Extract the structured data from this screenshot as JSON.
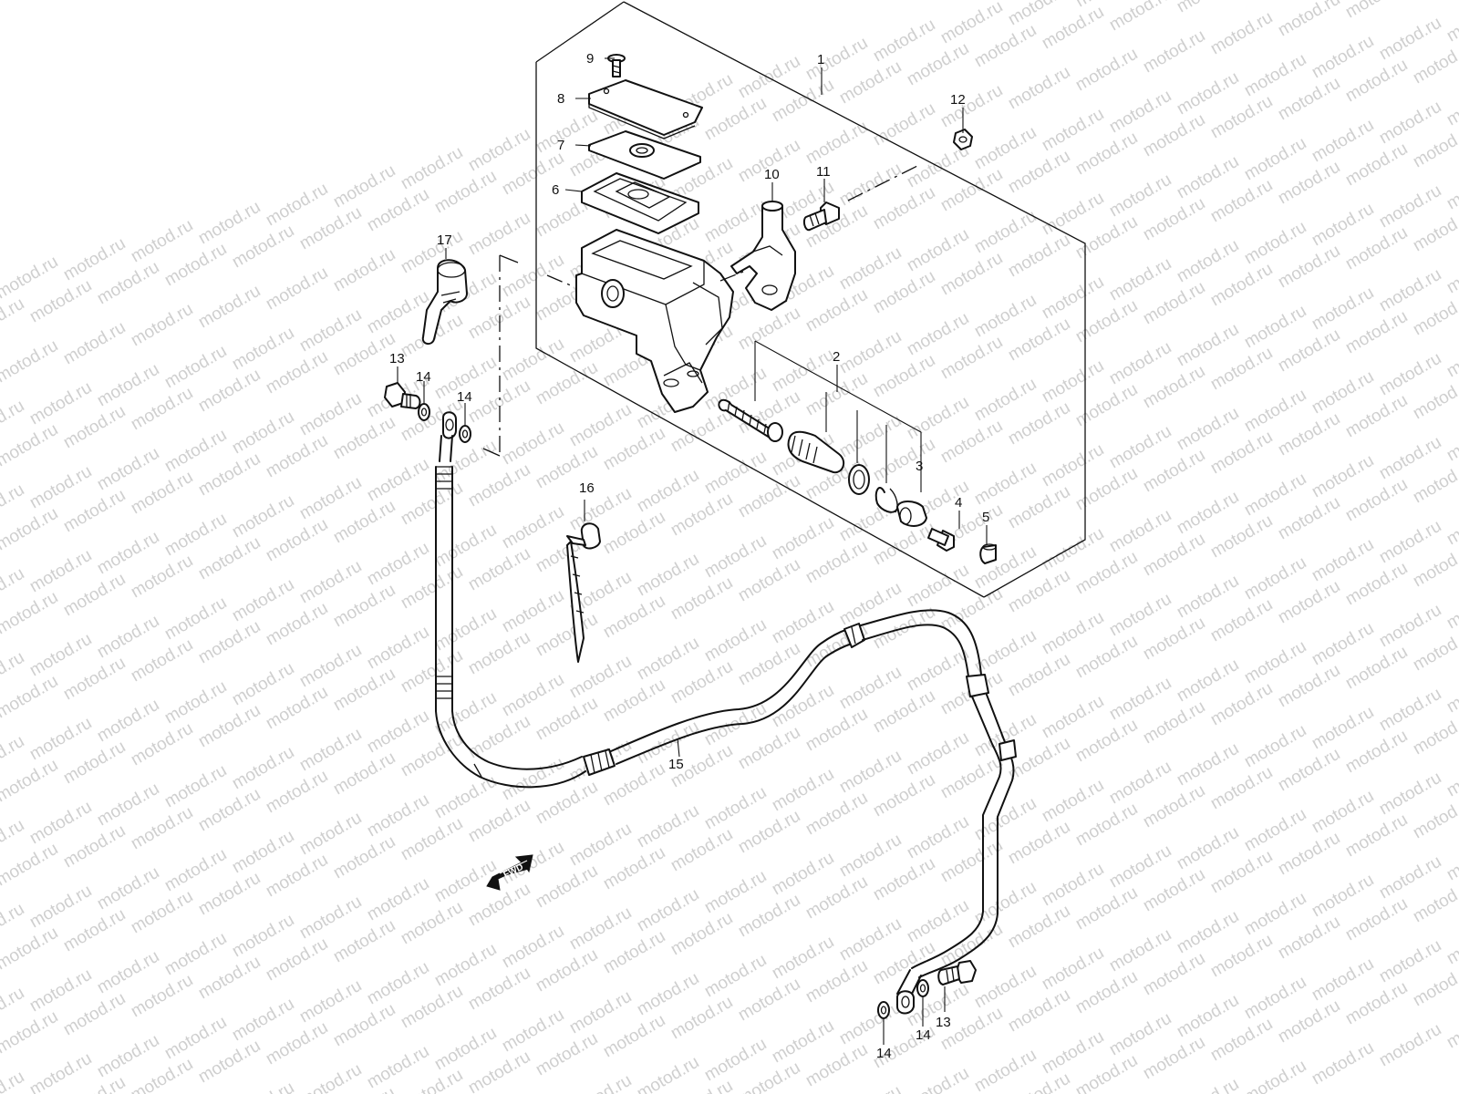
{
  "watermark": {
    "text": "motod.ru",
    "color": "#cfcfcf"
  },
  "fwd_badge": {
    "text": "FWD"
  },
  "parts": [
    {
      "id": "1"
    },
    {
      "id": "2"
    },
    {
      "id": "3"
    },
    {
      "id": "4"
    },
    {
      "id": "5"
    },
    {
      "id": "6"
    },
    {
      "id": "7"
    },
    {
      "id": "8"
    },
    {
      "id": "9"
    },
    {
      "id": "10"
    },
    {
      "id": "11"
    },
    {
      "id": "12"
    },
    {
      "id": "13"
    },
    {
      "id": "14"
    },
    {
      "id": "15"
    },
    {
      "id": "16"
    },
    {
      "id": "17"
    }
  ],
  "extra_labels": {
    "washer_b": "14",
    "bolt_bottom": "13",
    "washer_c": "14",
    "washer_d": "14"
  }
}
